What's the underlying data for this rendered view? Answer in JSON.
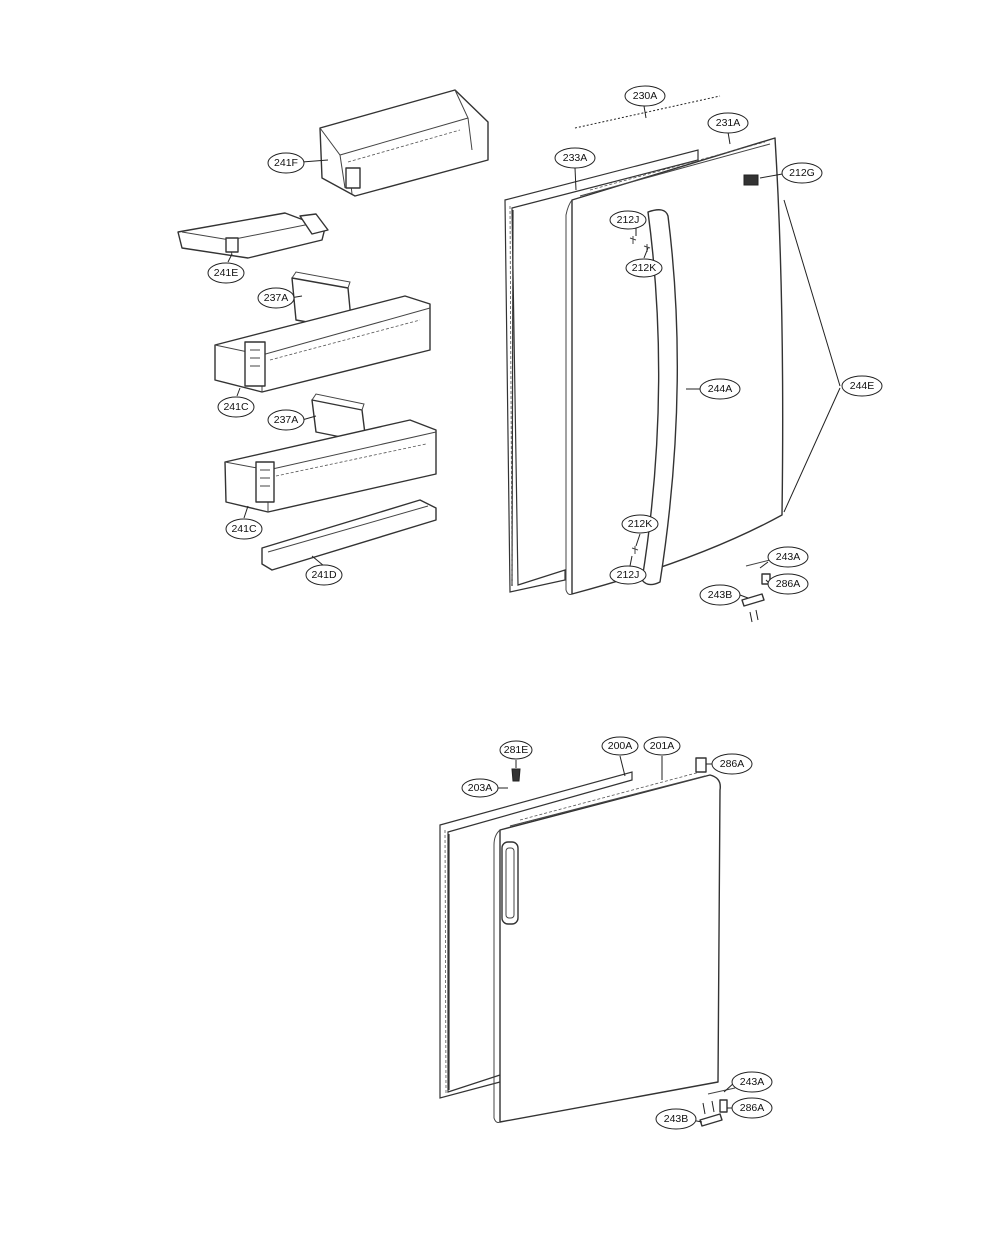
{
  "callouts": {
    "c230A": "230A",
    "c231A": "231A",
    "c233A": "233A",
    "c212G": "212G",
    "c212J_top": "212J",
    "c212K_top": "212K",
    "c244A": "244A",
    "c244E": "244E",
    "c212K_bot": "212K",
    "c212J_bot": "212J",
    "c243A_top": "243A",
    "c286A_top": "286A",
    "c243B_top": "243B",
    "c241F": "241F",
    "c241E": "241E",
    "c237A_1": "237A",
    "c241C_1": "241C",
    "c237A_2": "237A",
    "c241C_2": "241C",
    "c241D": "241D",
    "c281E": "281E",
    "c200A": "200A",
    "c201A": "201A",
    "c203A": "203A",
    "c286A_upper": "286A",
    "c243A_bot": "243A",
    "c243B_bot": "243B",
    "c286A_bot": "286A"
  }
}
